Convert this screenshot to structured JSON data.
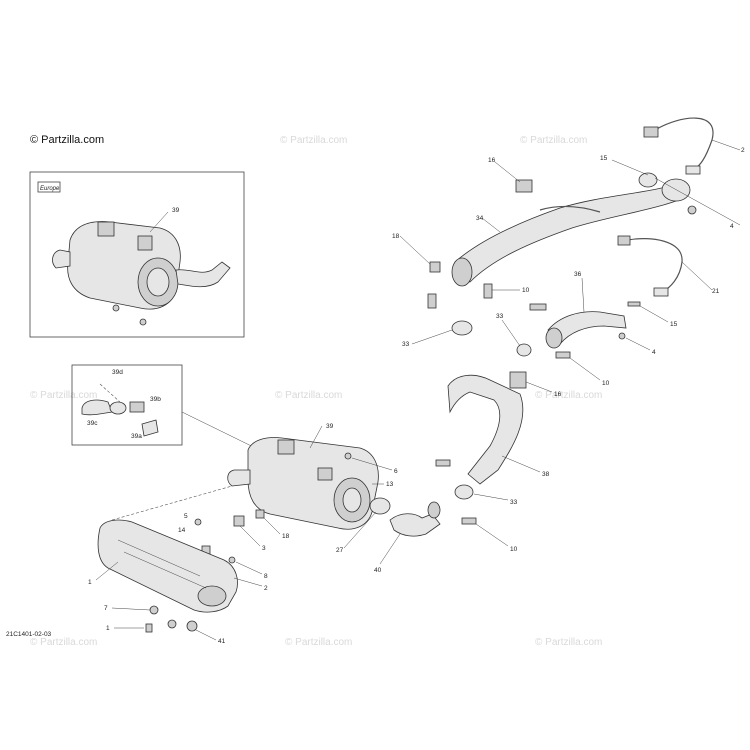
{
  "watermark": {
    "main": "© Partzilla.com",
    "repeat": "© Partzilla.com"
  },
  "diagram_code": "21C1401-02-03",
  "inset_tag": "Europe",
  "labels": {
    "l2": "2",
    "l15a": "15",
    "l16a": "16",
    "l4a": "4",
    "l34": "34",
    "l18a": "18",
    "l10a": "10",
    "l36": "36",
    "l21": "21",
    "l33a": "33",
    "l33b": "33",
    "l15b": "15",
    "l4b": "4",
    "l10b": "10",
    "l16b": "16",
    "l39": "39",
    "l39d": "39d",
    "l39b": "39b",
    "l39c": "39c",
    "l39a": "39a",
    "l39m": "39",
    "l6a": "6",
    "l13": "13",
    "l38": "38",
    "l33c": "33",
    "l5": "5",
    "l14": "14",
    "l18b": "18",
    "l3": "3",
    "l27": "27",
    "l10c": "10",
    "l40": "40",
    "l1a": "1",
    "l8": "8",
    "l2b": "2",
    "l7": "7",
    "l1b": "1",
    "l41": "41"
  },
  "icons": [
    "copyright-icon"
  ]
}
